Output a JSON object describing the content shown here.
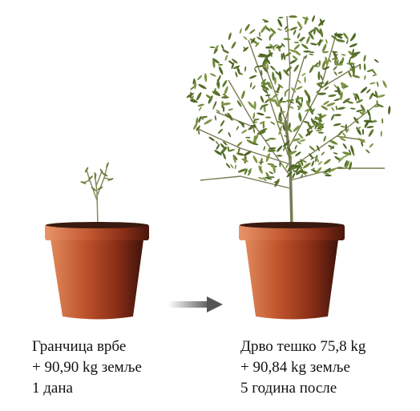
{
  "left": {
    "line1": "Гранчица врбе",
    "line2": "+ 90,90 kg земље",
    "line3": "1 дана"
  },
  "right": {
    "line1": "Дрво тешко 75,8 kg",
    "line2": "+ 90,84 kg земље",
    "line3": "5 година после"
  },
  "icons": {
    "arrow": "arrow-right-icon",
    "sapling": "willow-sapling-icon",
    "tree": "willow-tree-icon",
    "pot": "terracotta-pot-icon"
  },
  "colors": {
    "pot": "#b5532c",
    "pot_dark": "#5a1e10",
    "leaf": "#5f7a2e",
    "branch": "#7a7a55",
    "arrow": "#707070"
  }
}
